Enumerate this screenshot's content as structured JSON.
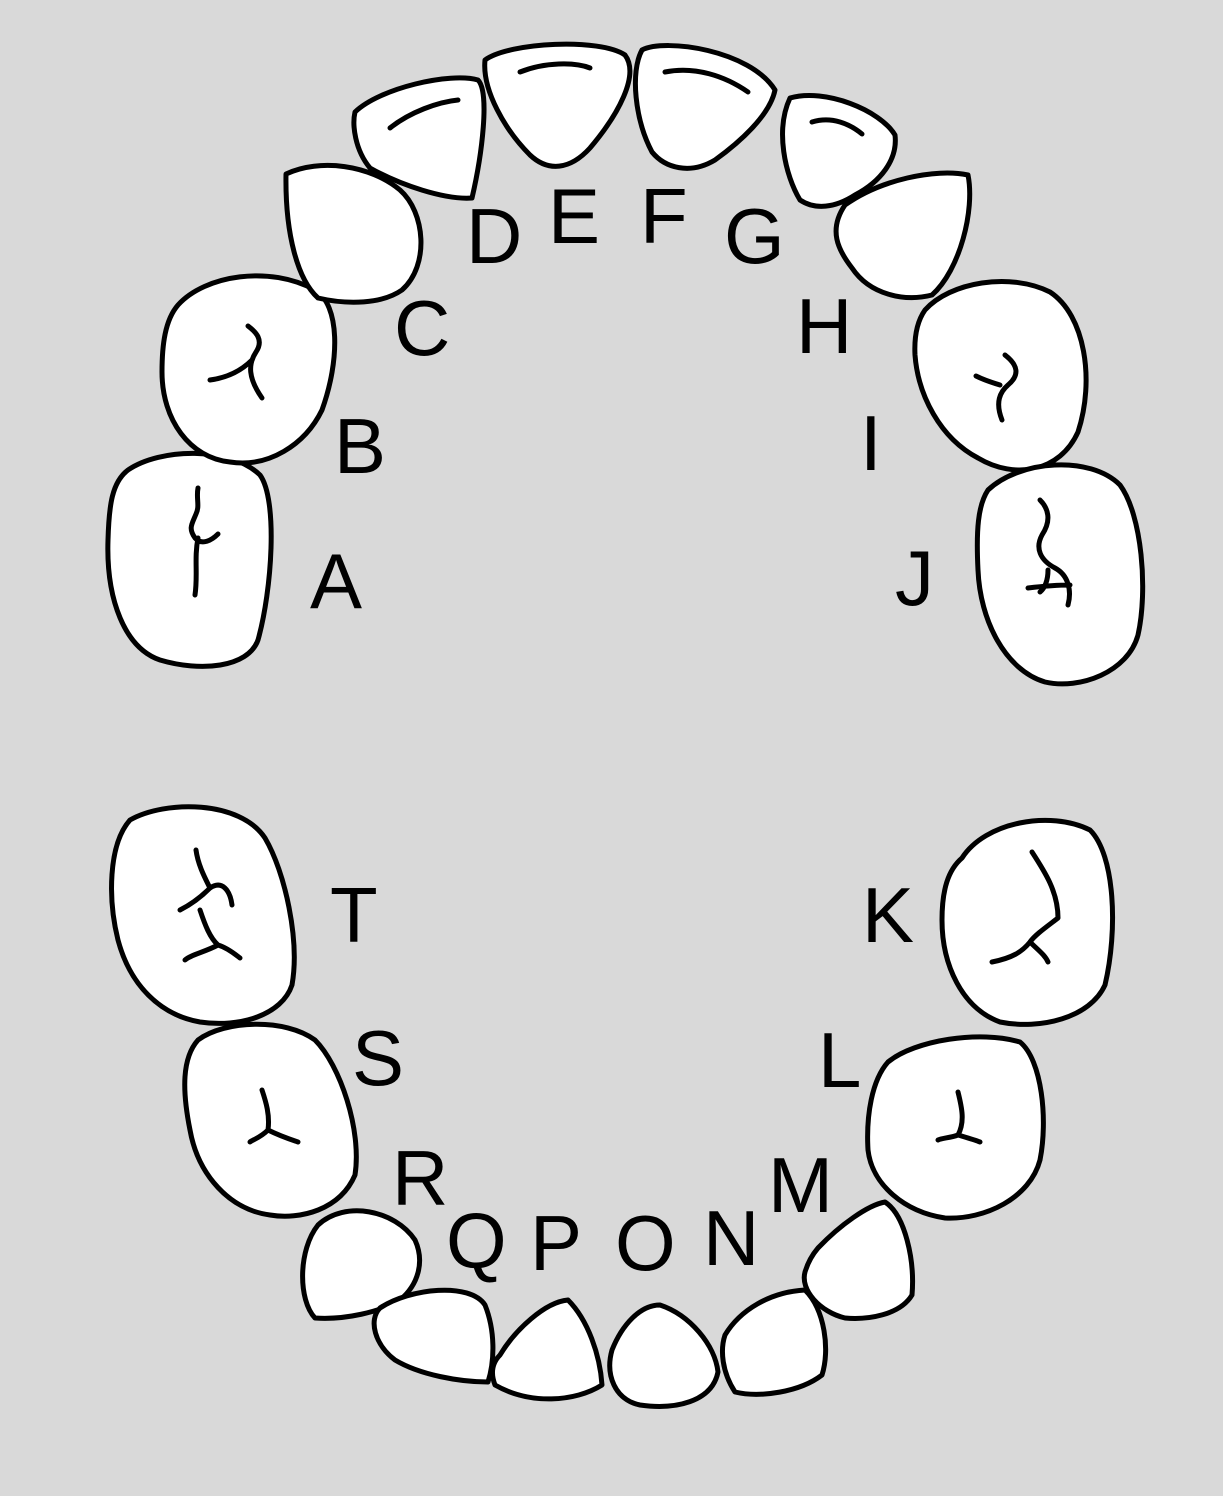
{
  "diagram": {
    "background": "#d9d9d9",
    "tooth_fill": "#ffffff",
    "upper_labels": [
      "A",
      "B",
      "C",
      "D",
      "E",
      "F",
      "G",
      "H",
      "I",
      "J"
    ],
    "lower_labels": [
      "K",
      "L",
      "M",
      "N",
      "O",
      "P",
      "Q",
      "R",
      "S",
      "T"
    ]
  }
}
